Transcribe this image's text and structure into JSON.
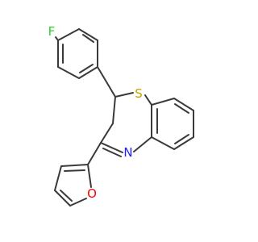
{
  "molecule": {
    "atom_labels": [
      {
        "id": "F",
        "text": "F",
        "color": "#33cc33"
      },
      {
        "id": "S",
        "text": "S",
        "color": "#c8a000"
      },
      {
        "id": "N",
        "text": "N",
        "color": "#2020ff"
      },
      {
        "id": "O",
        "text": "O",
        "color": "#ff0000"
      }
    ],
    "bond_color": "#3a3a3a"
  }
}
